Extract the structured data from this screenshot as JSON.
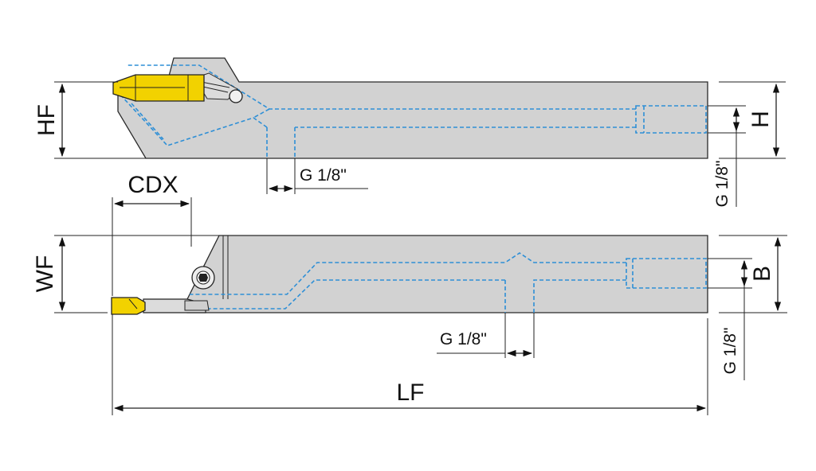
{
  "labels": {
    "hf": "HF",
    "h": "H",
    "cdx": "CDX",
    "wf": "WF",
    "b": "B",
    "lf": "LF",
    "thread_top": "G 1/8\"",
    "thread_top_side": "G 1/8\"",
    "thread_bottom": "G 1/8\"",
    "thread_bottom_side": "G 1/8\""
  },
  "colors": {
    "body": "#d2d2d2",
    "insert": "#f2d200",
    "coolant": "#2e8fd6",
    "line": "#222222"
  }
}
